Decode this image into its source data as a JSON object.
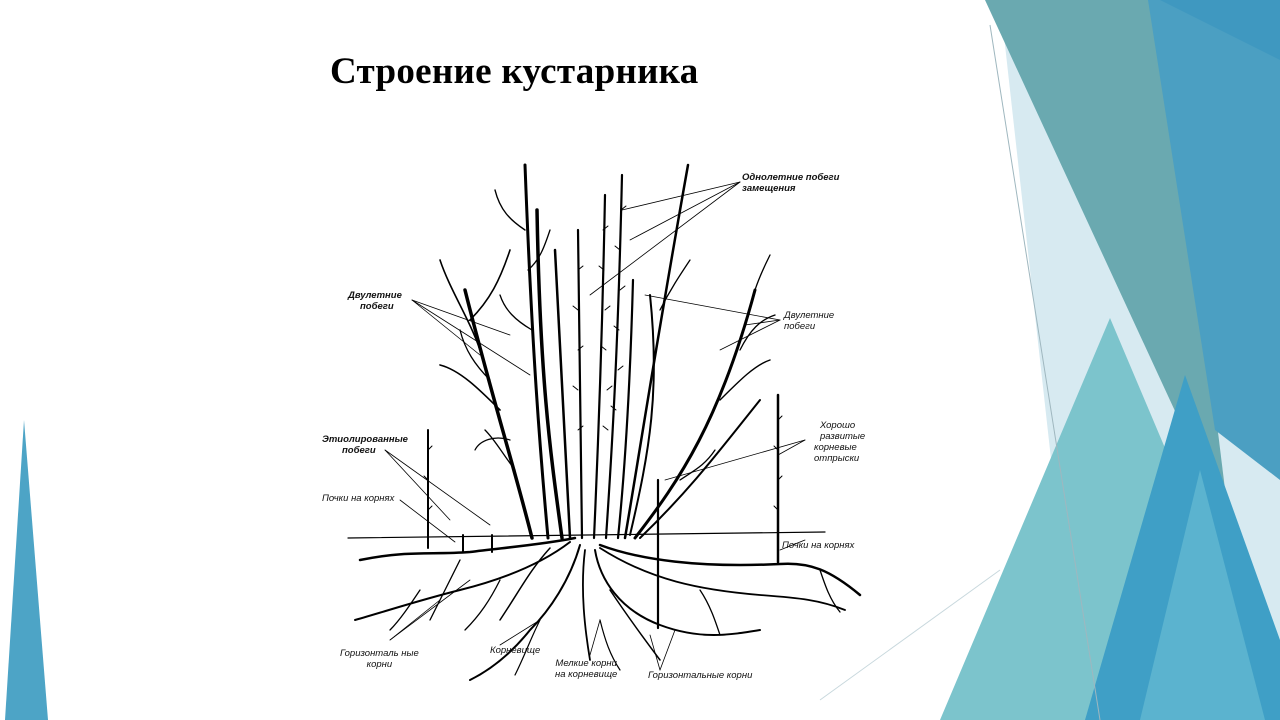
{
  "slide": {
    "title": "Строение кустарника",
    "accent_colors": [
      "#4da4c6",
      "#6aa9b0",
      "#7cc4cc",
      "#d7eaf1"
    ]
  },
  "diagram": {
    "labels": {
      "annual_shoots": [
        "Однолетние побеги",
        "замещения"
      ],
      "biennial_left": [
        "Двулетние",
        "побеги"
      ],
      "biennial_right": [
        "Двулетние",
        "побеги"
      ],
      "etiolated": [
        "Этиолированные",
        "побеги"
      ],
      "buds_left": "Почки на корнях",
      "buds_right": "Почки на корнях",
      "root_suckers": [
        "Хорошо",
        "развитые",
        "корневые",
        "отпрыски"
      ],
      "horizontal_left": [
        "Горизонталь ные",
        "корни"
      ],
      "rhizome": "Корневище",
      "small_roots": [
        "Мелкие корни",
        "на корневище"
      ],
      "horizontal_bottom": "Горизонтальные корни"
    }
  }
}
